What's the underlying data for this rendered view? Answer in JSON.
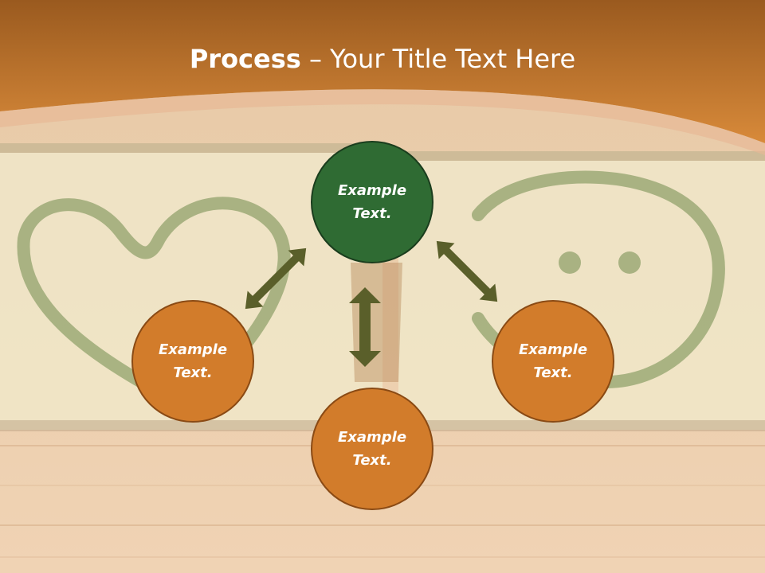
{
  "title": {
    "bold": "Process",
    "separator": " – ",
    "rest": "Your Title Text Here"
  },
  "nodes": [
    {
      "id": "top",
      "label": "Example Text.",
      "color": "#2f6b33"
    },
    {
      "id": "left",
      "label": "Example Text.",
      "color": "#d27c2b"
    },
    {
      "id": "bottom",
      "label": "Example Text.",
      "color": "#d27c2b"
    },
    {
      "id": "right",
      "label": "Example Text.",
      "color": "#d27c2b"
    }
  ],
  "colors": {
    "header": "#c5732a",
    "arrow": "#5a5f2a",
    "background": "#eed6bb"
  }
}
